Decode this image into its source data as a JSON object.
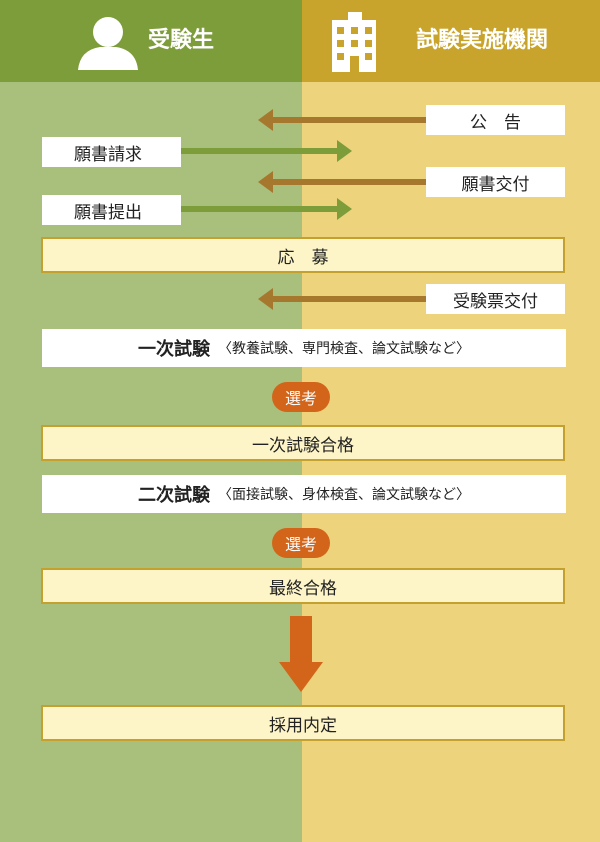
{
  "header": {
    "left_title": "受験生",
    "right_title": "試験実施機関",
    "left_icon": "person-icon",
    "right_icon": "building-icon"
  },
  "steps": {
    "koukoku": "公　告",
    "gansho_seikyu": "願書請求",
    "gansho_koufu": "願書交付",
    "gansho_teishutsu": "願書提出",
    "oubo": "応　募",
    "jukenhyo_koufu": "受験票交付",
    "first_exam_title": "一次試験",
    "first_exam_detail": "〈教養試験、専門検査、論文試験など〉",
    "senkou_1": "選考",
    "first_exam_pass": "一次試験合格",
    "second_exam_title": "二次試験",
    "second_exam_detail": "〈面接試験、身体検査、論文試験など〉",
    "senkou_2": "選考",
    "final_pass": "最終合格",
    "naitei": "採用内定"
  },
  "colors": {
    "left_header": "#7d9c3a",
    "right_header": "#c9a42c",
    "left_bg": "#a8c07c",
    "right_bg": "#edd47c",
    "arrow_to_right": "#7d9c3a",
    "arrow_to_left": "#a6782e",
    "selection_badge": "#d2651a",
    "down_arrow": "#d2651a"
  }
}
